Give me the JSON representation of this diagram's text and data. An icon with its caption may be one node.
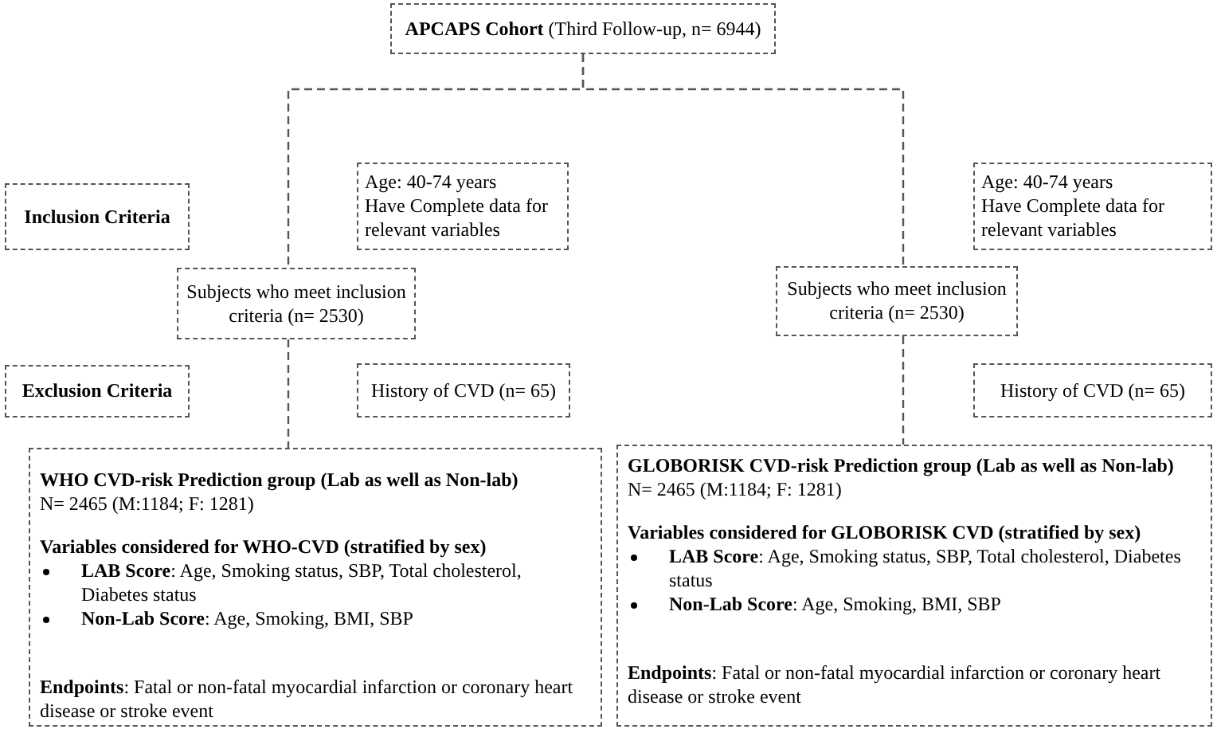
{
  "diagram": {
    "nodes": [
      {
        "text": [
          "**APCAPS Cohort** (Third Follow-up, n= 6944)"
        ]
      },
      {
        "text": [
          "Inclusion Criteria"
        ]
      },
      {
        "text": [
          "Age: 40-74 years",
          "Have Complete data for relevant variables"
        ]
      },
      {
        "text": [
          "Age: 40-74 years",
          "Have Complete data for relevant variables"
        ]
      },
      {
        "text": [
          "Subjects who meet inclusion criteria (n= 2530)"
        ]
      },
      {
        "text": [
          "Subjects who meet inclusion criteria (n= 2530)"
        ]
      },
      {
        "text": [
          "Exclusion Criteria"
        ]
      },
      {
        "text": [
          "History  of CVD (n= 65)"
        ]
      },
      {
        "text": [
          "History  of CVD (n= 65)"
        ]
      },
      {
        "text": [
          "WHO CVD-risk Prediction group (Lab as well as Non-lab)",
          "N= 2465 (M:1184; F: 1281)",
          "Variables considered for WHO-CVD (stratified by sex)",
          "**LAB Score**:  Age, Smoking status, SBP, Total cholesterol, Diabetes status",
          "**Non-Lab Score**: Age, Smoking, BMI, SBP",
          "**Endpoints**: Fatal or non-fatal myocardial infarction or coronary heart disease or stroke event"
        ]
      },
      {
        "text": [
          "GLOBORISK CVD-risk Prediction group (Lab as well as Non-lab)",
          "N= 2465 (M:1184; F: 1281)",
          "Variables considered for GLOBORISK CVD (stratified by sex)",
          "**LAB Score**:  Age, Smoking status, SBP, Total cholesterol, Diabetes status",
          "**Non-Lab Score**: Age, Smoking, BMI, SBP",
          "**Endpoints**: Fatal or non-fatal myocardial infarction or coronary heart disease or stroke event"
        ]
      }
    ],
    "edges": [
      {
        "from": 0,
        "to": 4,
        "arrow": "none",
        "style": "dashed"
      },
      {
        "from": 0,
        "to": 5,
        "arrow": "none",
        "style": "dashed"
      },
      {
        "from": 4,
        "to": 9,
        "arrow": "none",
        "style": "dashed"
      },
      {
        "from": 5,
        "to": 10,
        "arrow": "none",
        "style": "dashed"
      }
    ]
  }
}
